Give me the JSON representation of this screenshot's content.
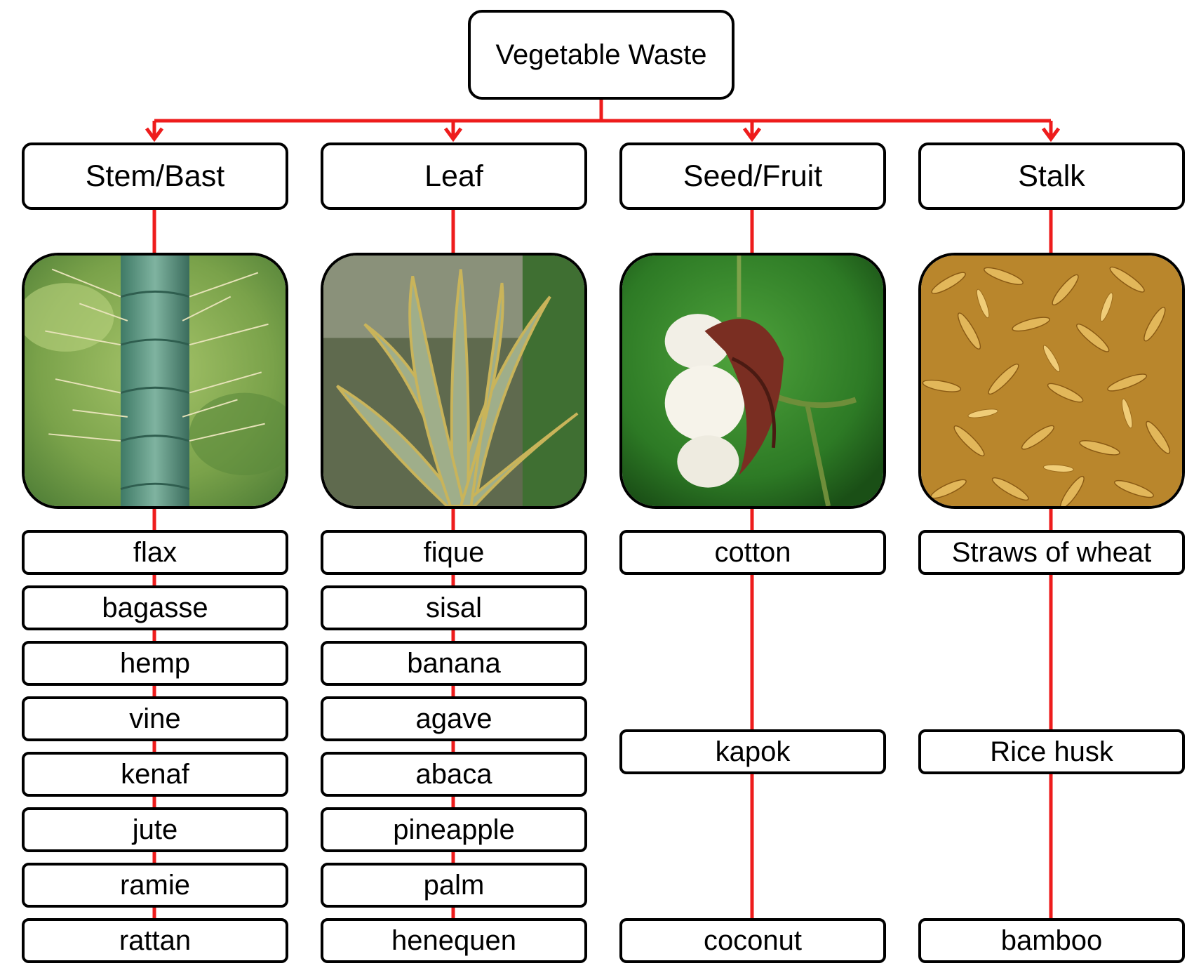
{
  "root": {
    "label": "Vegetable Waste"
  },
  "colors": {
    "connector": "#ee1c1c",
    "border": "#000000"
  },
  "categories": [
    {
      "label": "Stem/Bast",
      "photo": "cactus-stem-photo",
      "items": [
        "flax",
        "bagasse",
        "hemp",
        "vine",
        "kenaf",
        "jute",
        "ramie",
        "rattan"
      ]
    },
    {
      "label": "Leaf",
      "photo": "agave-leaf-photo",
      "items": [
        "fique",
        "sisal",
        "banana",
        "agave",
        "abaca",
        "pineapple",
        "palm",
        "henequen"
      ]
    },
    {
      "label": "Seed/Fruit",
      "photo": "cotton-boll-photo",
      "items": [
        "cotton",
        "kapok",
        "coconut"
      ]
    },
    {
      "label": "Stalk",
      "photo": "rice-husk-photo",
      "items": [
        "Straws of wheat",
        "Rice husk",
        "bamboo"
      ]
    }
  ]
}
